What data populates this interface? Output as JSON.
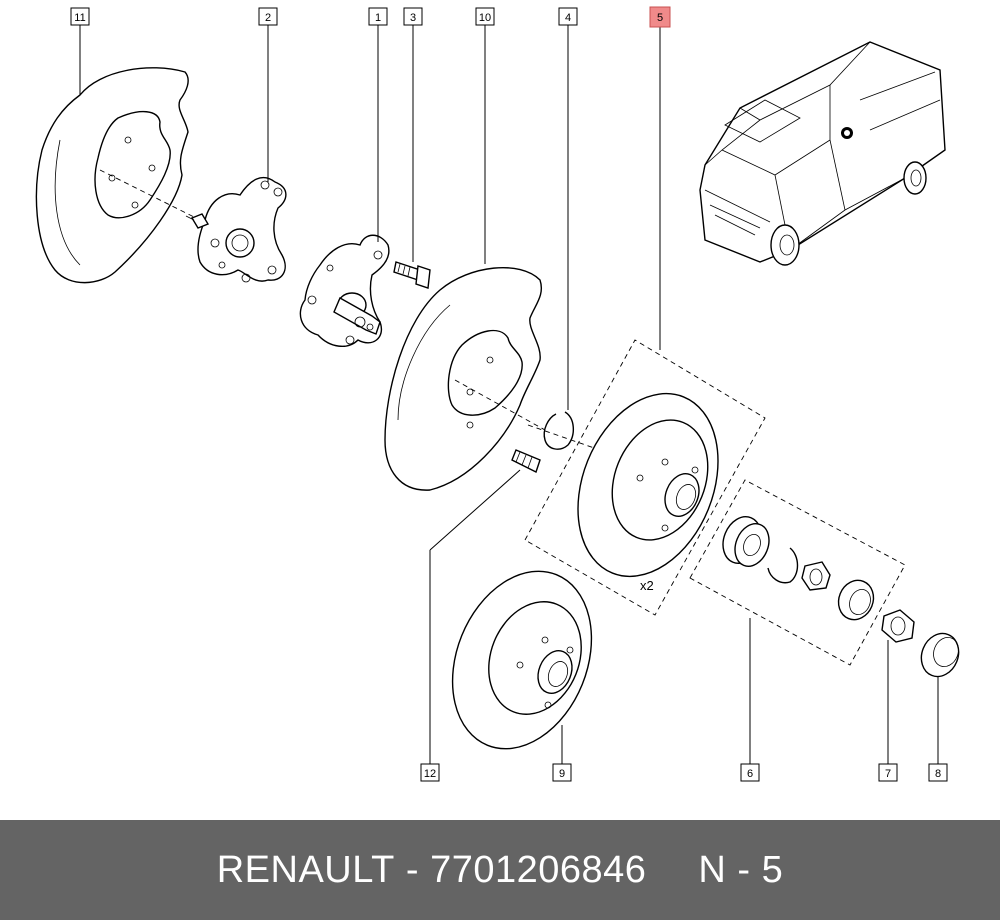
{
  "callouts": [
    {
      "id": "11",
      "label": "11"
    },
    {
      "id": "2",
      "label": "2"
    },
    {
      "id": "1",
      "label": "1"
    },
    {
      "id": "3",
      "label": "3"
    },
    {
      "id": "10",
      "label": "10"
    },
    {
      "id": "4",
      "label": "4"
    },
    {
      "id": "5",
      "label": "5",
      "highlighted": true
    },
    {
      "id": "12",
      "label": "12"
    },
    {
      "id": "9",
      "label": "9"
    },
    {
      "id": "6",
      "label": "6"
    },
    {
      "id": "7",
      "label": "7"
    },
    {
      "id": "8",
      "label": "8"
    }
  ],
  "quantity_note": "x2",
  "footer": {
    "brand": "RENAULT",
    "separator": "-",
    "part_number": "7701206846",
    "position": "N - 5"
  },
  "colors": {
    "highlight": "#f08a8a",
    "footer_background": "#646464",
    "footer_text": "#ffffff"
  }
}
